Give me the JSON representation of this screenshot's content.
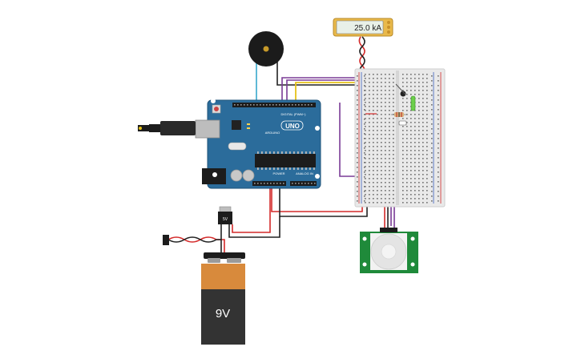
{
  "multimeter": {
    "reading": "25.0 kA"
  },
  "arduino": {
    "brand_label": "ARDUINO",
    "model_label": "UNO",
    "digital_header_label": "DIGITAL (PWM~)",
    "power_header_label": "POWER",
    "analog_header_label": "ANALOG IN"
  },
  "regulator": {
    "label": "5V"
  },
  "battery": {
    "label": "9V"
  },
  "colors": {
    "arduino_board": "#2b6c9b",
    "breadboard": "#e9e9e9",
    "wire_red": "#d42a2a",
    "wire_black": "#222222",
    "wire_purple": "#7a3b96",
    "wire_yellow": "#e6c21a",
    "wire_cyan": "#5fb9d6",
    "pir_board": "#1f8a3a",
    "battery_top": "#d88a3c",
    "battery_body": "#333333"
  }
}
